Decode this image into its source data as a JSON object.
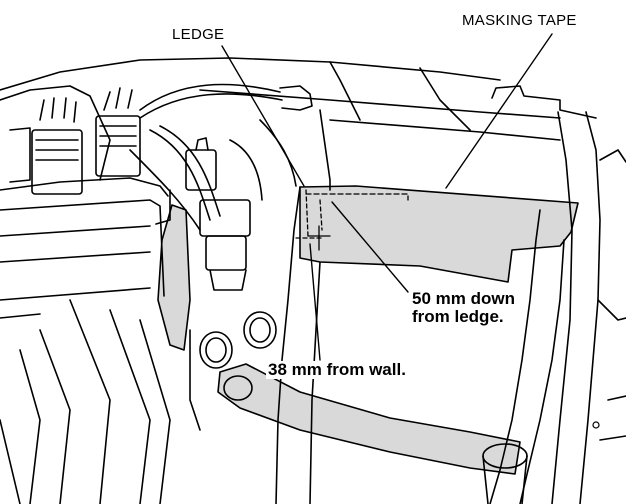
{
  "labels": {
    "ledge": "LEDGE",
    "masking_tape": "MASKING TAPE",
    "down_from_ledge_line1": "50 mm down",
    "down_from_ledge_line2": "from ledge.",
    "from_wall": "38 mm from wall."
  },
  "colors": {
    "line": "#000000",
    "tape_fill": "#d9d9d9",
    "background": "#ffffff"
  }
}
